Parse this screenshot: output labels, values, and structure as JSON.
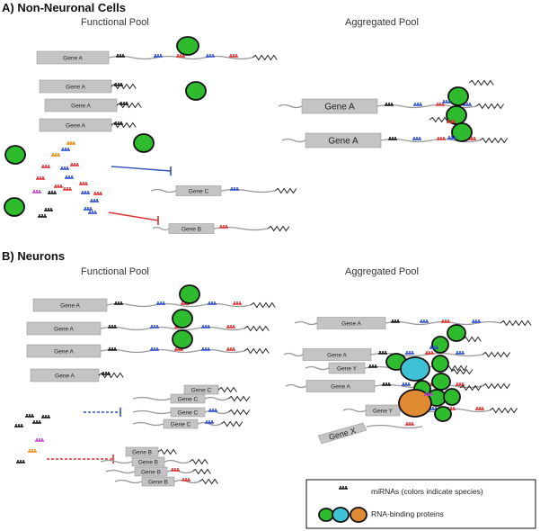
{
  "sections": {
    "non_neuronal": {
      "title": "A) Non-Neuronal Cells",
      "functional_title": "Functional Pool",
      "aggregated_title": "Aggregated Pool"
    },
    "neurons": {
      "title": "B) Neurons",
      "functional_title": "Functional Pool",
      "aggregated_title": "Aggregated Pool"
    }
  },
  "genes": {
    "a": "Gene A",
    "b": "Gene B",
    "c": "Gene C",
    "x": "Gene X",
    "y": "Gene Y"
  },
  "legend": {
    "mirna_label": "miRNAs (colors indicate species)",
    "rbp_label": "RNA-binding proteins"
  },
  "colors": {
    "rbp_green": "#2ebb2e",
    "rbp_cyan": "#3ec2d6",
    "rbp_orange": "#e08a32",
    "gene_box": "#c4c4c4",
    "mirna_black": "#111111",
    "mirna_blue": "#2b4ad6",
    "mirna_red": "#e03030",
    "mirna_orange": "#f08a10",
    "mirna_magenta": "#c040c8",
    "inhibit_blue": "#3050c0",
    "inhibit_red": "#e03030"
  },
  "icons": [
    "mirna-icon",
    "rbp-green-icon",
    "rbp-cyan-icon",
    "rbp-orange-icon"
  ]
}
